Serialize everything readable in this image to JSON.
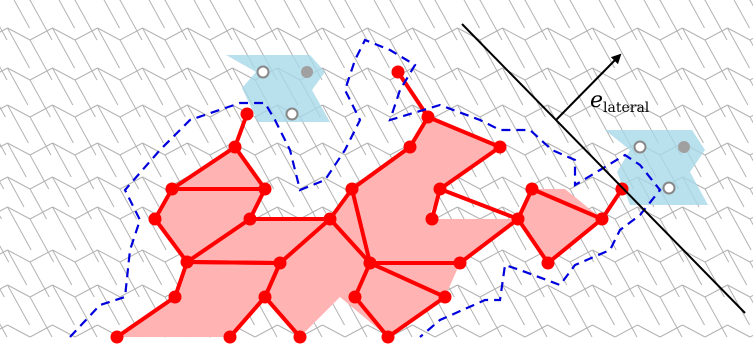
{
  "figure": {
    "direction_label": {
      "main": "e",
      "subscript": "lateral"
    },
    "colors": {
      "lattice_line": "#b3b3b3",
      "cluster_fill": "#ffb3b3",
      "cluster_edge": "#ff0000",
      "cluster_node": "#ff0000",
      "dashed_boundary": "#0000dd",
      "highlight_fill": "#a8d8e8",
      "open_node_stroke": "#888888",
      "filled_node": "#a0a0a0",
      "axis_line": "#000000"
    },
    "highlight_patches": 2,
    "legend": {}
  }
}
